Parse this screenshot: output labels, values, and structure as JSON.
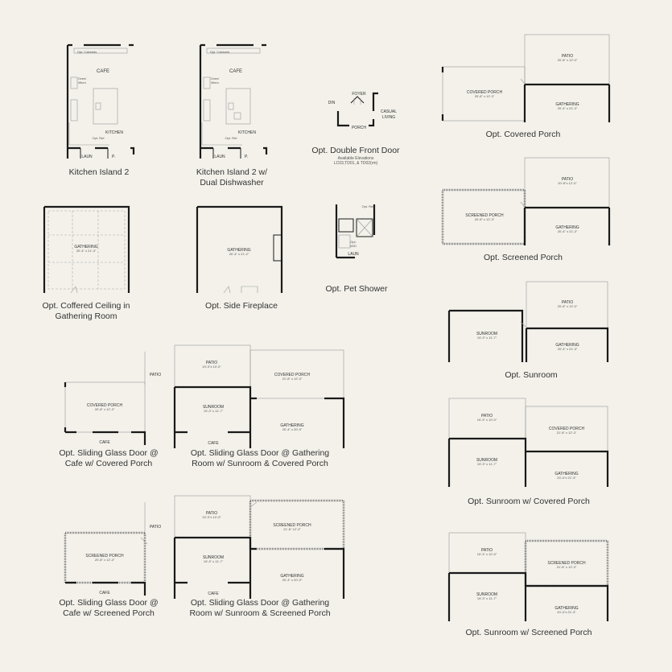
{
  "captions": {
    "kitchen_island_2": "Kitchen Island 2",
    "kitchen_island_dual_l1": "Kitchen Island 2 w/",
    "kitchen_island_dual_l2": "Dual Dishwasher",
    "double_front_door": "Opt. Double Front Door",
    "double_front_door_note1": "Available Elevations",
    "double_front_door_note2": "LC03,TD01, & TD02(rm)",
    "covered_porch": "Opt. Covered Porch",
    "screened_porch": "Opt. Screened Porch",
    "coffered_l1": "Opt. Coffered Ceiling in",
    "coffered_l2": "Gathering Room",
    "side_fireplace": "Opt. Side Fireplace",
    "pet_shower": "Opt. Pet Shower",
    "sunroom": "Opt. Sunroom",
    "sgd_cafe_cov_l1": "Opt. Sliding Glass Door @",
    "sgd_cafe_cov_l2": "Cafe w/ Covered Porch",
    "sgd_gath_cov_l1": "Opt. Sliding Glass Door @ Gathering",
    "sgd_gath_cov_l2": "Room w/ Sunroom & Covered Porch",
    "sunroom_cov": "Opt. Sunroom w/ Covered Porch",
    "sgd_cafe_scr_l1": "Opt. Sliding Glass Door @",
    "sgd_cafe_scr_l2": "Cafe w/ Screened Porch",
    "sgd_gath_scr_l1": "Opt. Sliding Glass Door @ Gathering",
    "sgd_gath_scr_l2": "Room w/ Sunroom & Screened Porch",
    "sunroom_scr": "Opt. Sunroom w/ Screened Porch"
  },
  "rooms": {
    "cafe": "CAFE",
    "kitchen": "KITCHEN",
    "laun": "LAUN",
    "p": "P.",
    "opt_cabinets": "Opt. Cabinets",
    "oven_micro_1": "Oven/",
    "oven_micro_2": "Micro",
    "opt_ref": "Opt. Ref",
    "din": "DIN",
    "foyer": "FOYER",
    "porch": "PORCH",
    "casual": "CASUAL",
    "living": "LIVING",
    "patio": "PATIO",
    "patio_dim_a": "20'-8\" x 12'-0\"",
    "patio_dim_b": "20'-8\"x 12'-0\"",
    "patio_dim_c": "20'-8\" x 12'-0\"",
    "patio_dim_d": "19'-3\"x 10'-0\"",
    "patio_dim_e": "19'-3\" x 10'-0\"",
    "covered_porch": "COVERED PORCH",
    "covered_porch_dim_a": "20'-8\" x 12'-3\"",
    "covered_porch_dim_b": "21'-8\" x 12'-3\"",
    "screened_porch": "SCREENED PORCH",
    "screened_porch_dim_a": "20'-8\" x 12'-3\"",
    "screened_porch_dim_b": "21'-8\" 12'-3\"",
    "screened_porch_dim_c": "21'-8\" x 12'-3\"",
    "gathering": "GATHERING",
    "gathering_dim_a": "20'-4\" x 21'-3\"",
    "gathering_dim_b": "20'-4\" x 21'-2\"",
    "gathering_dim_c": "20'-4\" x 20'-9\"",
    "gathering_dim_d": "20'-4\"x 21'-3\"",
    "sunroom": "SUNROOM",
    "sunroom_dim_a": "19'-3\" x 11'-7\"",
    "w_d": "W/D",
    "opt": "Opt."
  }
}
